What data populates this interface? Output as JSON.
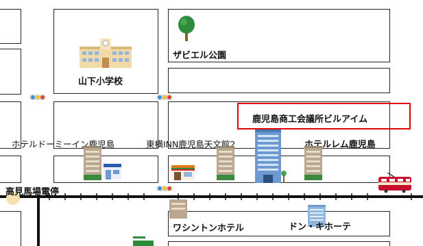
{
  "places": {
    "xavier_park": "ザビエル公園",
    "yamashita_school": "山下小学校",
    "chamber_building": "鹿児島商工会議所ビルアイム",
    "dormy_inn": "ホテルドーミーイン鹿児島",
    "toyoko_inn": "東横INN鹿児島天文館2",
    "hotel_rem": "ホテルレム鹿児島",
    "washington_hotel": "ワシントンホテル",
    "donki": "ドン・キホーテ"
  },
  "station": {
    "name": "高見馬場電停"
  },
  "colors": {
    "highlight": "#e00000",
    "tree": "#2e8b3a",
    "tram": "#c8102e",
    "building_blue": "#6d9bd1",
    "building_brown": "#b9a791"
  }
}
